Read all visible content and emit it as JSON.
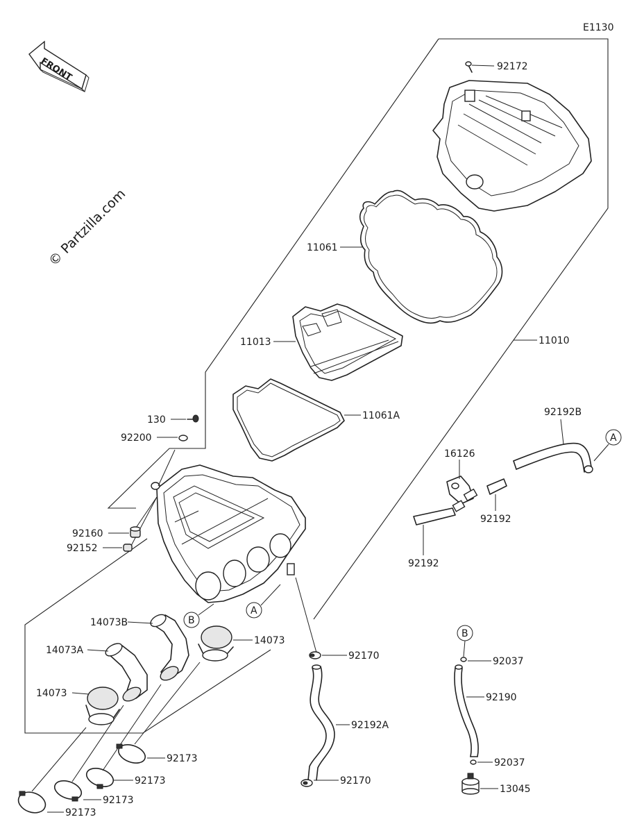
{
  "diagram_code": "E1130",
  "front_arrow_label": "FRONT",
  "copyright": "© Partzilla.com",
  "part_labels": {
    "p92172": "92172",
    "p11061": "11061",
    "p11013": "11013",
    "p11010": "11010",
    "p11061A": "11061A",
    "p130": "130",
    "p92200": "92200",
    "p92160": "92160",
    "p92152": "92152",
    "p92192B": "92192B",
    "p16126": "16126",
    "p92192_right": "92192",
    "p92192_bottom": "92192",
    "p14073B": "14073B",
    "p14073A": "14073A",
    "p14073_right": "14073",
    "p14073_left": "14073",
    "p92170_top": "92170",
    "p92192A": "92192A",
    "p92170_bottom": "92170",
    "p92037_top": "92037",
    "p92190": "92190",
    "p92037_bottom": "92037",
    "p13045": "13045",
    "p92173_a": "92173",
    "p92173_b": "92173",
    "p92173_c": "92173",
    "p92173_d": "92173"
  },
  "callouts": {
    "A_right": "A",
    "A_box": "A",
    "B_box": "B",
    "B_right": "B"
  }
}
